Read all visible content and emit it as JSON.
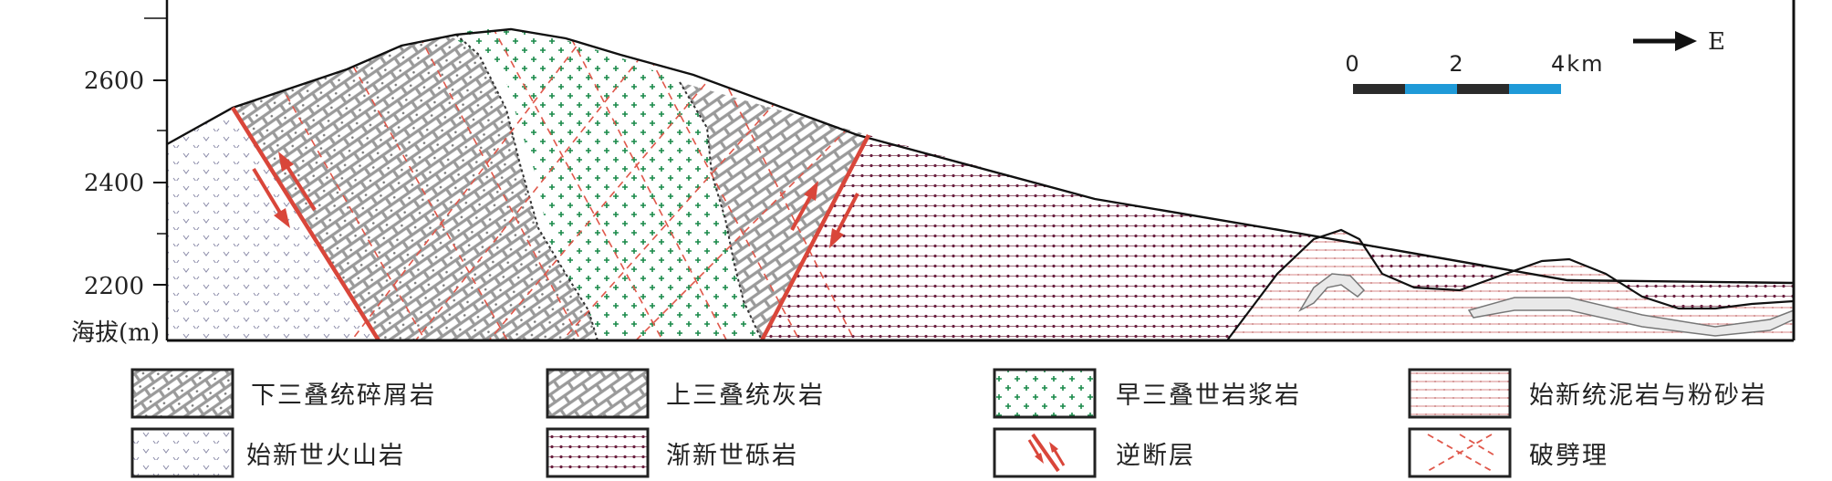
{
  "axis": {
    "label": "海拔(m)",
    "ticks": [
      "2600",
      "2400",
      "2200"
    ]
  },
  "scale": {
    "labels": [
      "0",
      "2",
      "4km"
    ],
    "colors": [
      "#2b2b2b",
      "#1f9ad8"
    ]
  },
  "direction": "E",
  "legend": [
    {
      "key": "lower-triassic-clastic",
      "label": "下三叠统碎屑岩"
    },
    {
      "key": "upper-triassic-limestone",
      "label": "上三叠统灰岩"
    },
    {
      "key": "early-triassic-magmatic",
      "label": "早三叠世岩浆岩"
    },
    {
      "key": "eocene-mudstone-siltstone",
      "label": "始新统泥岩与粉砂岩"
    },
    {
      "key": "eocene-volcanic",
      "label": "始新世火山岩"
    },
    {
      "key": "oligocene-conglomerate",
      "label": "渐新世砾岩"
    },
    {
      "key": "reverse-fault",
      "label": "逆断层"
    },
    {
      "key": "cleavage",
      "label": "破劈理"
    }
  ],
  "colors": {
    "fault": "#d9463a",
    "cleavage": "#e0574a",
    "pluton_cross": "#1a8a4a",
    "limestone_outline": "#9a9a9a",
    "conglomerate": "#7a2a4a",
    "mudstone_line": "#d98a8a",
    "volcanic_tick": "#8a8aa8"
  }
}
